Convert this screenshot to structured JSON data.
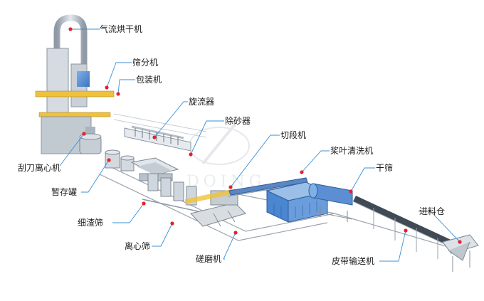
{
  "diagram": {
    "watermark": "DOING",
    "labels": {
      "air_dryer": "气流烘干机",
      "sieve": "筛分机",
      "packing": "包装机",
      "hydrocyclone": "旋流器",
      "desander": "除砂器",
      "cutter": "切段机",
      "paddle_washer": "桨叶清洗机",
      "dry_sieve": "干筛",
      "feed_bin": "进料仓",
      "belt_conveyor": "皮带输送机",
      "grinder": "磋磨机",
      "centrifugal_sieve": "离心筛",
      "fine_residue_sieve": "细渣筛",
      "buffer_tank": "暂存罐",
      "peeler_centrifuge": "刮刀离心机"
    },
    "colors": {
      "accent": "#3a8fd6",
      "marker": "#e8202a",
      "steel": "#b9c2cc",
      "frame": "#8c96a0",
      "blue_unit": "#4b86d0"
    }
  }
}
